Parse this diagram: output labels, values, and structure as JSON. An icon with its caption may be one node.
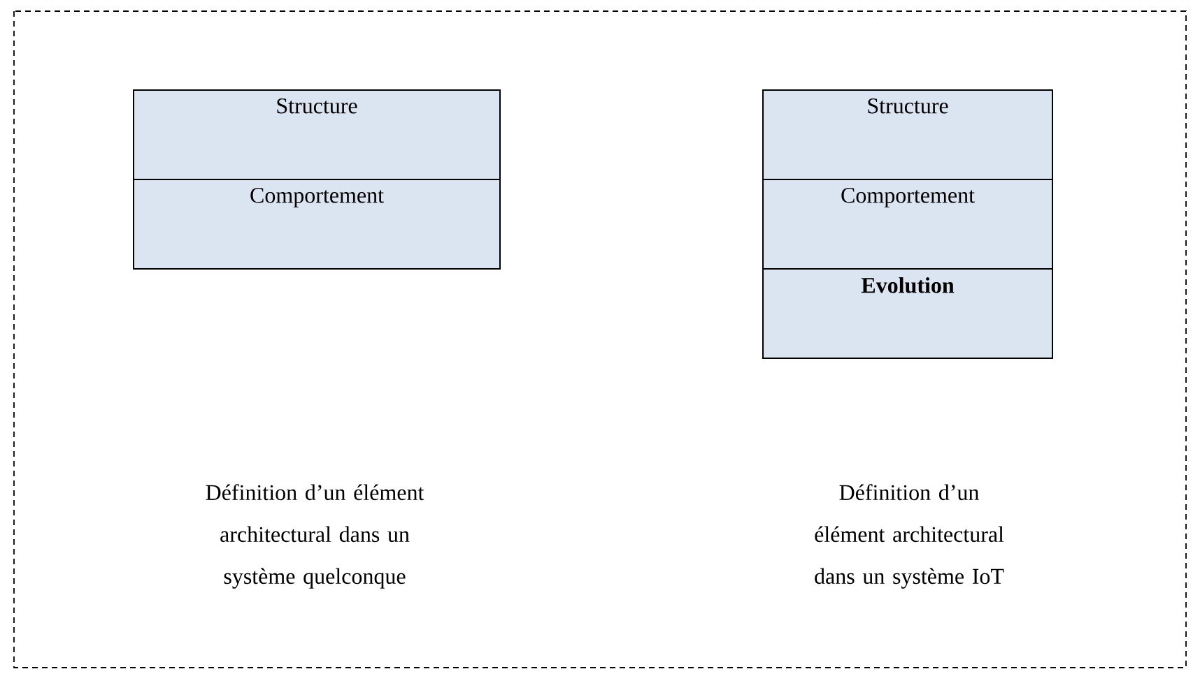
{
  "diagram": {
    "nodes": [
      {
        "text": [
          "Structure"
        ]
      },
      {
        "text": [
          "Comportement"
        ]
      },
      {
        "text": [
          "Structure"
        ]
      },
      {
        "text": [
          "Comportement"
        ]
      },
      {
        "text": [
          "Evolution"
        ]
      }
    ],
    "labels": [
      "Définition d’un élément architectural dans un système quelconque",
      "Définition d’un élément architectural dans un système IoT"
    ]
  }
}
